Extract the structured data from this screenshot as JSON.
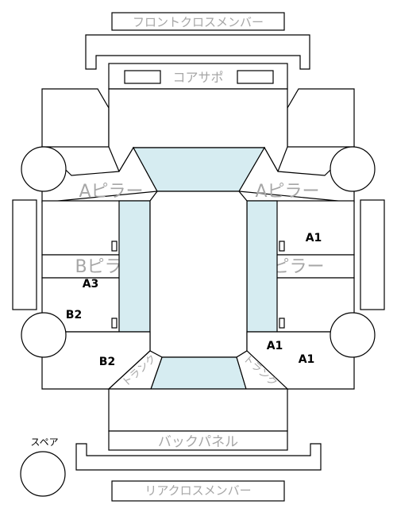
{
  "labels": {
    "front_cross_member": "フロントクロスメンバー",
    "core_support": "コアサポ",
    "a_pillar_left": "Aピラー",
    "a_pillar_right": "Aピラー",
    "b_pillar_left": "Bピラー",
    "b_pillar_right": "Bピラー",
    "back_panel": "バックパネル",
    "rear_cross_member": "リアクロスメンバー",
    "spare": "スペア",
    "trunk_left": "トランク",
    "trunk_right": "トランク"
  },
  "grades": {
    "right_front_door": "A1",
    "left_rear_door_upper": "A3",
    "left_rear_door_lower": "B2",
    "left_rear_quarter": "B2",
    "right_rear_door": "A1",
    "right_rear_quarter": "A1"
  },
  "colors": {
    "glass": "#d6ecf1",
    "label_gray": "#a6a6a6",
    "outline": "#000000"
  }
}
